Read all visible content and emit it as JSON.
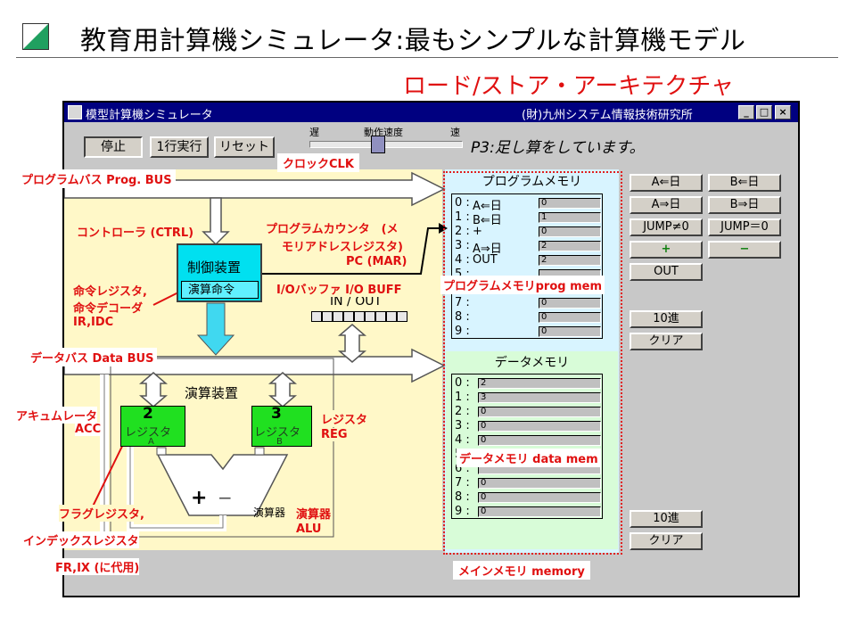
{
  "slide": {
    "title": "教育用計算機シミュレータ:最もシンプルな計算機モデル",
    "subtitle": "ロード/ストア・アーキテクチャ"
  },
  "window": {
    "title": "模型計算機シミュレータ",
    "org": "(財)九州システム情報技術研究所",
    "controls": {
      "minimize": "_",
      "maximize": "□",
      "close": "×"
    }
  },
  "toolbar": {
    "stop_label": "停止",
    "step_label": "1行実行",
    "reset_label": "リセット",
    "speed": {
      "slow": "遅",
      "title": "動作速度",
      "fast": "速"
    },
    "status": "P3:足し算をしています。"
  },
  "program_memory": {
    "title": "プログラムメモリ",
    "rows": [
      {
        "addr": "0 :",
        "instr": "A⇐日",
        "value": "0"
      },
      {
        "addr": "1 :",
        "instr": "B⇐日",
        "value": "1"
      },
      {
        "addr": "2 :",
        "instr": "+",
        "value": "0"
      },
      {
        "addr": "3 :",
        "instr": "A⇒日",
        "value": "2"
      },
      {
        "addr": "4 :",
        "instr": "OUT",
        "value": "2"
      },
      {
        "addr": "5 :",
        "instr": "",
        "value": ""
      },
      {
        "addr": "6 :",
        "instr": "",
        "value": ""
      },
      {
        "addr": "7 :",
        "instr": "",
        "value": "0"
      },
      {
        "addr": "8 :",
        "instr": "",
        "value": "0"
      },
      {
        "addr": "9 :",
        "instr": "",
        "value": "0"
      }
    ],
    "decimal_button": "10進",
    "clear_button": "クリア"
  },
  "data_memory": {
    "title": "データメモリ",
    "rows": [
      {
        "addr": "0 :",
        "value": "2"
      },
      {
        "addr": "1 :",
        "value": "3"
      },
      {
        "addr": "2 :",
        "value": "0"
      },
      {
        "addr": "3 :",
        "value": "0"
      },
      {
        "addr": "4 :",
        "value": "0"
      },
      {
        "addr": "5 :",
        "value": ""
      },
      {
        "addr": "6 :",
        "value": ""
      },
      {
        "addr": "7 :",
        "value": "0"
      },
      {
        "addr": "8 :",
        "value": "0"
      },
      {
        "addr": "9 :",
        "value": "0"
      }
    ],
    "decimal_button": "10進",
    "clear_button": "クリア"
  },
  "instruction_buttons": {
    "load_a": "A⇐日",
    "load_b": "B⇐日",
    "store_a": "A⇒日",
    "store_b": "B⇒日",
    "jump_ne": "JUMP≠0",
    "jump_eq": "JUMP＝0",
    "add": "+",
    "sub": "−",
    "out": "OUT"
  },
  "cpu": {
    "control_title": "制御装置",
    "control_inner": "演算命令",
    "alu_title": "演算装置",
    "io_label": "IN / OUT",
    "reg_a": {
      "value": "2",
      "label": "レジスタ",
      "sub": "A"
    },
    "reg_b": {
      "value": "3",
      "label": "レジスタ",
      "sub": "B"
    },
    "alu_label": "演算器",
    "alu_plus": "+",
    "alu_minus": "−"
  },
  "annotations": {
    "clock": "クロックCLK",
    "prog_bus": "プログラムバス Prog. BUS",
    "controller": "コントローラ (CTRL)",
    "pc_line1": "プログラムカウンタ　(メ",
    "pc_line2": "モリアドレスレジスタ)",
    "pc_line3": "PC (MAR)",
    "ir_line1": "命令レジスタ,",
    "ir_line2": "命令デコーダ",
    "ir_line3": "IR,IDC",
    "io_buff": "I/Oバッファ  I/O BUFF",
    "prog_mem": "プログラムメモリprog mem",
    "data_bus": "データバス Data BUS",
    "acc_line1": "アキュムレータ",
    "acc_line2": "ACC",
    "reg_line1": "レジスタ",
    "reg_line2": "REG",
    "data_mem": "データメモリ data mem",
    "flag_line1": "フラグレジスタ,",
    "flag_line2": "インデックスレジスタ",
    "flag_line3": "FR,IX (に代用)",
    "alu_line1": "演算器",
    "alu_line2": "ALU",
    "main_mem": "メインメモリ memory"
  }
}
